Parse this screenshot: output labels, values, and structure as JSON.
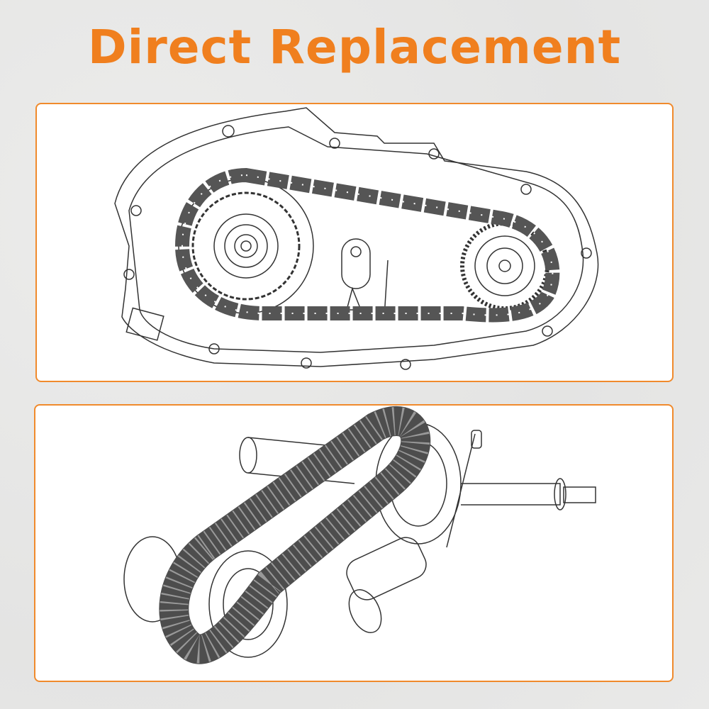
{
  "header": {
    "title": "Direct Replacement"
  },
  "colors": {
    "accent": "#f07f1e",
    "chain": "#5a5a5a",
    "background": "#e6e6e5"
  },
  "panels": [
    {
      "illustration": "transfer-case-chain-front-view"
    },
    {
      "illustration": "transfer-case-chain-shaft-assembly-view"
    }
  ]
}
